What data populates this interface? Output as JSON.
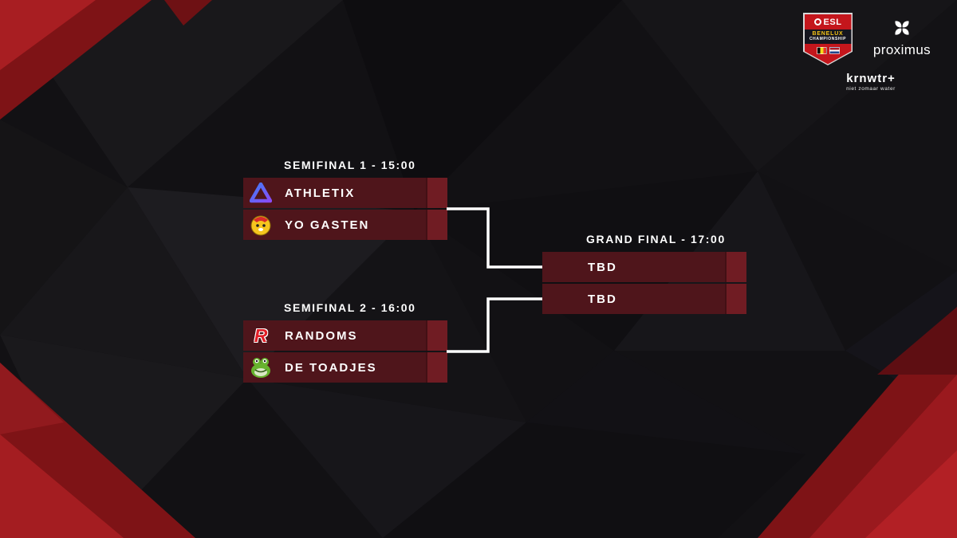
{
  "colors": {
    "background": "#121114",
    "accent_red": "#a81e22",
    "team_bar": "#4f151b",
    "score_box": "#701c23",
    "connector": "#ffffff",
    "text": "#ffffff"
  },
  "sponsors": {
    "esl_shield": {
      "brand": "ESL",
      "line1": "BENELUX",
      "line2": "CHAMPIONSHIP",
      "flags": [
        "belgium",
        "netherlands"
      ]
    },
    "proximus": {
      "label": "proximus",
      "icon": "proximus-flower-icon"
    },
    "krnwtr": {
      "label": "krnwtr+",
      "tagline": "niet zomaar water"
    }
  },
  "bracket": {
    "semifinal1": {
      "title": "SEMIFINAL 1 - 15:00",
      "teams": [
        {
          "name": "ATHLETIX",
          "icon": "athletix-triangle-logo",
          "score": ""
        },
        {
          "name": "YO GASTEN",
          "icon": "yo-gasten-mascot-logo",
          "score": ""
        }
      ]
    },
    "semifinal2": {
      "title": "SEMIFINAL 2 - 16:00",
      "teams": [
        {
          "name": "RANDOMS",
          "icon": "randoms-r-logo",
          "icon_letter": "R",
          "score": ""
        },
        {
          "name": "DE TOADJES",
          "icon": "de-toadjes-frog-logo",
          "score": ""
        }
      ]
    },
    "grand_final": {
      "title": "GRAND FINAL - 17:00",
      "teams": [
        {
          "name": "TBD",
          "score": ""
        },
        {
          "name": "TBD",
          "score": ""
        }
      ]
    }
  }
}
